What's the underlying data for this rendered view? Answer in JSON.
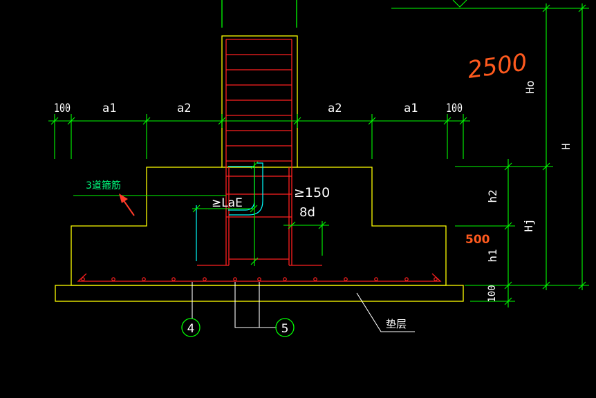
{
  "colors": {
    "background": "#000000",
    "dimension": "#00ff00",
    "outline": "#ffff00",
    "rebar": "#ff2020",
    "anchor": "#00ffff",
    "text": "#ffffff",
    "note": "#00ff7f",
    "markup": "#ff5a1e"
  },
  "dims": {
    "left_100": "100",
    "left_a1": "a1",
    "left_a2": "a2",
    "right_a2": "a2",
    "right_a1": "a1",
    "right_100": "100",
    "ho": "Ho",
    "h_total": "H",
    "h2": "h2",
    "hj": "Hj",
    "h1": "h1",
    "bottom_100": "100"
  },
  "annotations": {
    "stirrups": "3道箍筋",
    "lae": "≥LaE",
    "min150": "≥150",
    "eight_d": "8d",
    "bedding": "垫层",
    "callout_4": "4",
    "callout_5": "5"
  },
  "markup": {
    "handwritten_2500": "2500",
    "handwritten_500": "500"
  }
}
